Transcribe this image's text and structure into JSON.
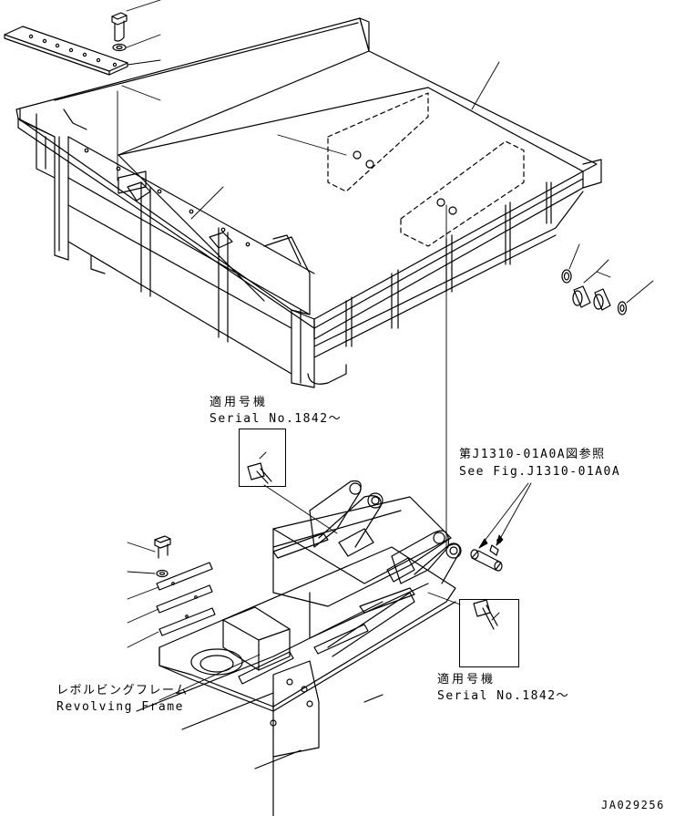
{
  "labels": {
    "applicable_top_jp": "適用号機",
    "applicable_top_en": "Serial No.1842～",
    "see_fig_jp": "第J1310-01A0A図参照",
    "see_fig_en": "See Fig.J1310-01A0A",
    "applicable_bottom_jp": "適用号機",
    "applicable_bottom_en": "Serial No.1842～",
    "frame_jp": "レボルビングフレーム",
    "frame_en": "Revolving Frame",
    "drawing_id": "JA029256"
  }
}
